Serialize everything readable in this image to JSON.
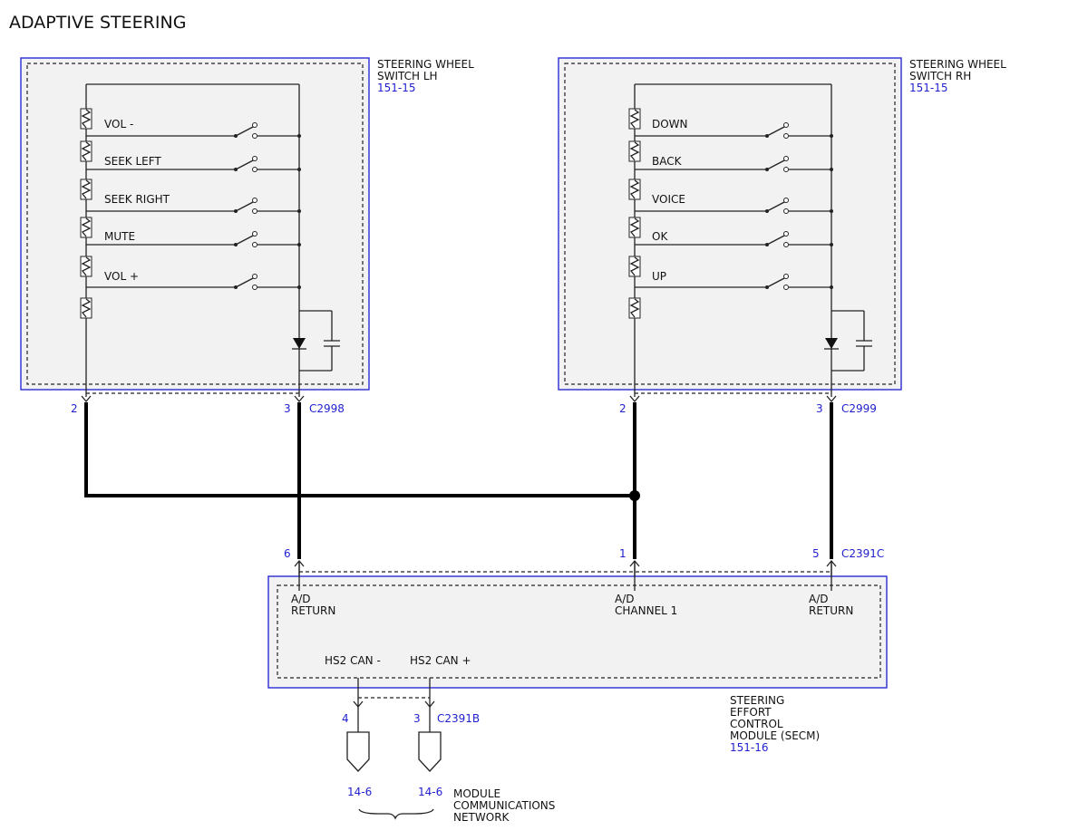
{
  "title": "ADAPTIVE STEERING",
  "lh_switch": {
    "name_line1": "STEERING WHEEL",
    "name_line2": "SWITCH LH",
    "ref": "151-15",
    "switches": [
      "VOL -",
      "SEEK LEFT",
      "SEEK RIGHT",
      "MUTE",
      "VOL +"
    ],
    "pin_left": "2",
    "pin_right": "3",
    "connector": "C2998"
  },
  "rh_switch": {
    "name_line1": "STEERING WHEEL",
    "name_line2": "SWITCH RH",
    "ref": "151-15",
    "switches": [
      "DOWN",
      "BACK",
      "VOICE",
      "OK",
      "UP"
    ],
    "pin_left": "2",
    "pin_right": "3",
    "connector": "C2999"
  },
  "secm": {
    "pins": [
      "6",
      "1",
      "5"
    ],
    "connector": "C2391C",
    "inputs": [
      {
        "line1": "A/D",
        "line2": "RETURN"
      },
      {
        "line1": "A/D",
        "line2": "CHANNEL 1"
      },
      {
        "line1": "A/D",
        "line2": "RETURN"
      }
    ],
    "can_minus": "HS2 CAN -",
    "can_plus": "HS2 CAN +",
    "name_lines": [
      "STEERING",
      "EFFORT",
      "CONTROL",
      "MODULE (SECM)"
    ],
    "ref": "151-16"
  },
  "can_connector": {
    "pin_minus": "4",
    "pin_plus": "3",
    "connector": "C2391B",
    "ref_minus": "14-6",
    "ref_plus": "14-6"
  },
  "network": {
    "lines": [
      "MODULE",
      "COMMUNICATIONS",
      "NETWORK"
    ]
  },
  "colors": {
    "reference_blue": "#1f1fd0",
    "box_outline": "#2b2bd6",
    "box_fill": "#f2f2f2"
  }
}
